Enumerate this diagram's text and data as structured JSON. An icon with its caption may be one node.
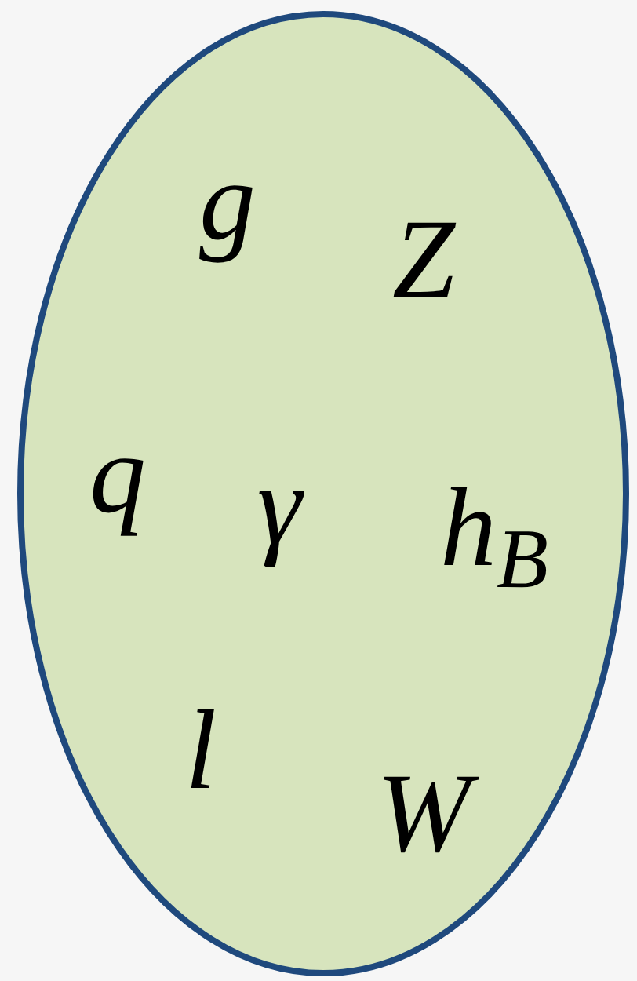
{
  "diagram": {
    "nodes": [
      {
        "text": [
          "g",
          "Z",
          "q",
          "γ",
          "h$_{B}$",
          "l",
          "W"
        ]
      }
    ]
  }
}
